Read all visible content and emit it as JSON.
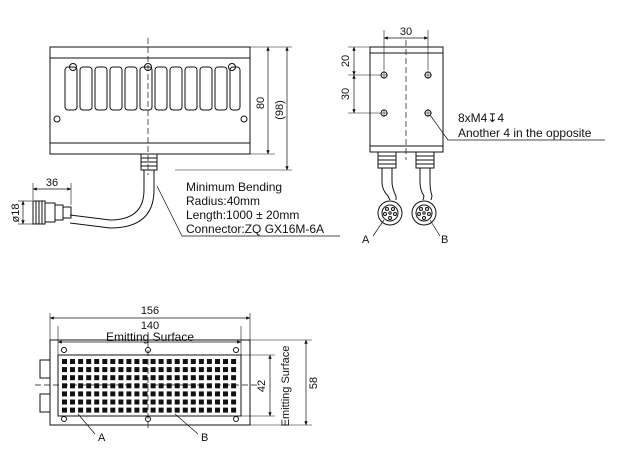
{
  "top_view": {
    "dims": {
      "height": "80",
      "height_ref": "(98)",
      "connector_length": "36",
      "connector_dia": "ø18"
    },
    "notes": {
      "bending": "Minimum Bending",
      "radius": "Radius:40mm",
      "length": "Length:1000 ± 20mm",
      "connector": "Connector:ZQ GX16M-6A"
    }
  },
  "side_view": {
    "dims": {
      "width": "30",
      "spacing_top": "20",
      "spacing_mid": "30"
    },
    "note_threads": "8xM4↧4",
    "note_opposite": "Another 4 in the opposite",
    "connector_a": "A",
    "connector_b": "B"
  },
  "bottom_view": {
    "dims": {
      "outer_width": "156",
      "emitting_width": "140",
      "emitting_height": "42",
      "outer_height": "58"
    },
    "emitting_label_h": "Emitting Surface",
    "emitting_label_v": "Emitting Surface",
    "label_a": "A",
    "label_b": "B"
  },
  "colors": {
    "line": "#111111",
    "background": "#ffffff"
  }
}
